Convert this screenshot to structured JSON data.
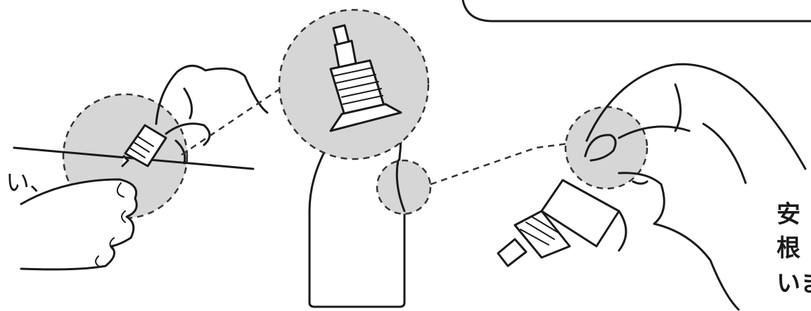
{
  "left_fragment": "い、",
  "caption_lines": [
    "安",
    "根",
    "いま"
  ],
  "colors": {
    "line": "#1a1a1a",
    "highlight_circle": "#d6d6d6",
    "background": "#ffffff"
  }
}
